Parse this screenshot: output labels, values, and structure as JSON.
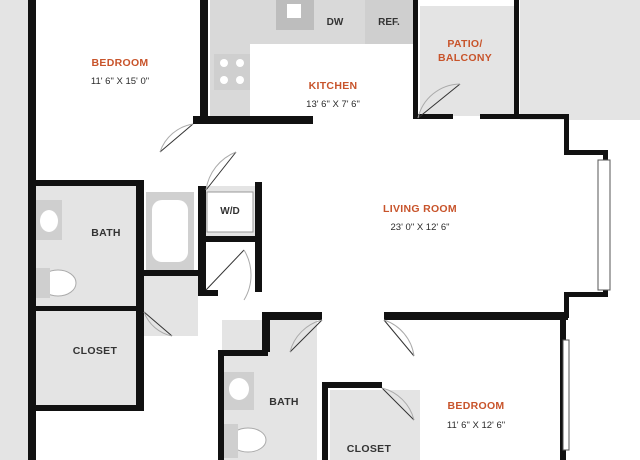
{
  "colors": {
    "wall": "#111111",
    "floor_gray": "#e4e4e4",
    "fixture": "#d0d0d0",
    "room_label": "#c8542b",
    "plain_label": "#333333"
  },
  "rooms": {
    "bedroom1": {
      "name": "BEDROOM",
      "dims": "11' 6\" X 15' 0\""
    },
    "kitchen": {
      "name": "KITCHEN",
      "dims": "13' 6\" X 7' 6\""
    },
    "patio": {
      "name": "PATIO/",
      "name2": "BALCONY"
    },
    "living": {
      "name": "LIVING ROOM",
      "dims": "23' 0\" X 12' 6\""
    },
    "bedroom2": {
      "name": "BEDROOM",
      "dims": "11' 6\" X 12' 6\""
    },
    "bath1": {
      "name": "BATH"
    },
    "closet1": {
      "name": "CLOSET"
    },
    "bath2": {
      "name": "BATH"
    },
    "closet2": {
      "name": "CLOSET"
    }
  },
  "fixtures": {
    "dw": "DW",
    "ref": "REF.",
    "wd": "W/D"
  },
  "icons": [
    "sink-icon",
    "toilet-icon",
    "bathtub-icon",
    "stove-icon",
    "door-swing-icon",
    "window-icon"
  ]
}
